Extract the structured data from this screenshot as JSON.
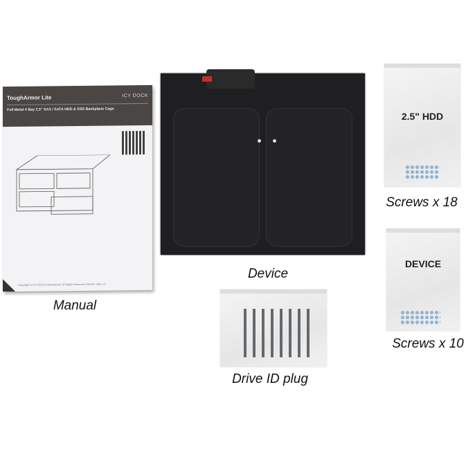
{
  "manual": {
    "title": "ToughArmor Lite",
    "brand": "ICY DOCK",
    "subtitle": "Full Metal 4 Bay 2.5\" SAS / SATA HDD & SSD Backplane Cage",
    "copyright": "Copyright © ICY DOCK International. All Rights Reserved. 650241 VER 1.0",
    "caption": "Manual"
  },
  "device": {
    "caption": "Device"
  },
  "hdd_screws": {
    "bag_label": "2.5\" HDD",
    "caption": "Screws x 18"
  },
  "device_screws": {
    "bag_label": "DEVICE",
    "caption": "Screws x 10"
  },
  "drive_id": {
    "caption": "Drive ID plug"
  }
}
